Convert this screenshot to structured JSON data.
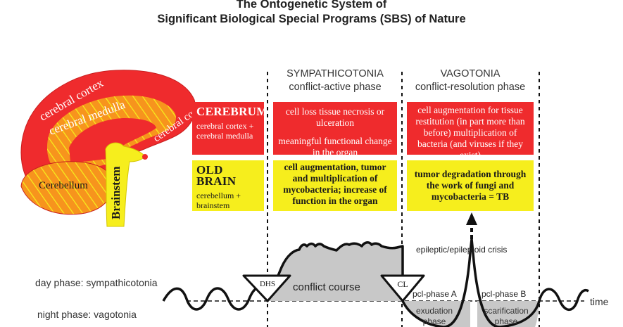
{
  "title": {
    "line1": "The Ontogenetic System of",
    "line2": "Significant Biological Special Programs (SBS) of Nature"
  },
  "brain": {
    "cerebral_cortex_left": "cerebral cortex",
    "cerebral_medulla": "cerebral medulla",
    "cerebral_cortex_right": "cerebral cortex",
    "cerebellum": "Cerebellum",
    "brainstem": "Brainstem"
  },
  "phases": {
    "sympathicotonia": {
      "title": "SYMPATHICOTONIA",
      "subtitle": "conflict-active phase"
    },
    "vagotonia": {
      "title": "VAGOTONIA",
      "subtitle": "conflict-resolution phase"
    }
  },
  "rows": {
    "cerebrum": {
      "label": "CEREBRUM",
      "sublabel": "cerebral cortex + cerebral medulla",
      "active": [
        "cell loss tissue necrosis or ulceration",
        "meaningful functional change in the organ"
      ],
      "resolution": "cell augmentation for tissue restitution (in part more than before) multiplication of bacteria (and viruses if they exist)"
    },
    "old_brain": {
      "label": "OLD BRAIN",
      "sublabel": "cerebellum + brainstem",
      "active": "cell augmentation, tumor and multiplication of mycobacteria; increase of function in the organ",
      "resolution": "tumor degradation through the work of fungi and mycobacteria = TB"
    }
  },
  "timeline": {
    "day_phase": "day phase: sympathicotonia",
    "night_phase": "night phase: vagotonia",
    "dhs": "DHS",
    "cl": "CL",
    "conflict_course": "conflict course",
    "crisis": "epileptic/epileptoid crisis",
    "pcl_a": "pcl-phase A",
    "pcl_b": "pcl-phase B",
    "exudation_1": "exudation",
    "exudation_2": "phase",
    "scarification_1": "scarification",
    "scarification_2": "phase",
    "time": "time"
  },
  "colors": {
    "red": "#ef2b2d",
    "yellow": "#f6ee1d",
    "orange": "#f7941d",
    "gray_fill": "#c8c8c8"
  }
}
